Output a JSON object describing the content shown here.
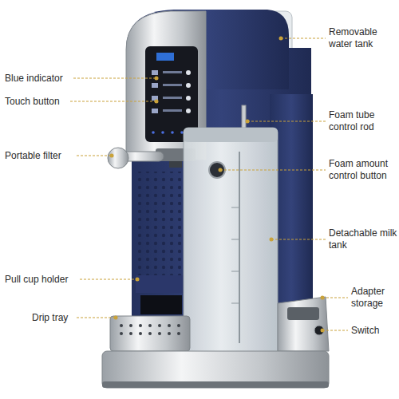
{
  "diagram": {
    "labels": [
      "Removable water tank",
      "Blue indicator",
      "Touch button",
      "Foam tube control rod",
      "Portable filter",
      "Foam amount control button",
      "Detachable milk tank",
      "Pull cup holder",
      "Adapter storage",
      "Drip tray",
      "Switch"
    ]
  }
}
